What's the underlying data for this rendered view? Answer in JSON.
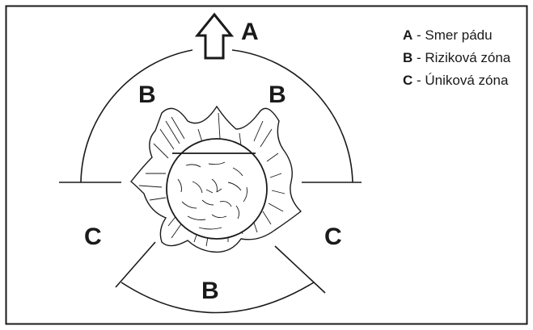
{
  "zones": {
    "a_top": "A",
    "b_upper_left": "B",
    "b_upper_right": "B",
    "b_bottom": "B",
    "c_left": "C",
    "c_right": "C"
  },
  "legend": [
    {
      "key": "A",
      "text": "Smer pádu"
    },
    {
      "key": "B",
      "text": "Riziková zóna"
    },
    {
      "key": "C",
      "text": "Úniková zóna"
    }
  ],
  "icons": {
    "fall_direction": "arrow-up-icon",
    "stump": "tree-stump-icon"
  },
  "colors": {
    "line": "#1a1a1a",
    "background": "#ffffff"
  }
}
